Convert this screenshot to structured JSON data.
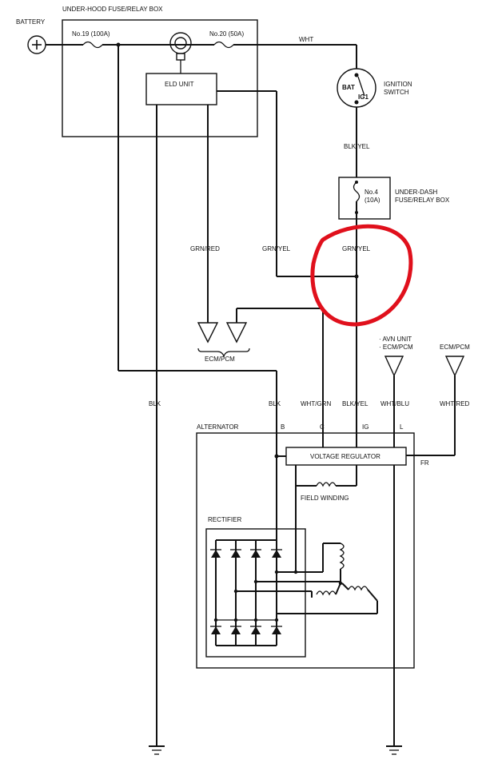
{
  "labels": {
    "battery": "BATTERY",
    "fuse_box_title": "UNDER-HOOD FUSE/RELAY BOX",
    "fuse19": "No.19 (100A)",
    "fuse20": "No.20 (50A)",
    "eld_unit": "ELD UNIT",
    "wht": "WHT",
    "bat": "BAT",
    "ig1": "IG1",
    "ignition_line1": "IGNITION",
    "ignition_line2": "SWITCH",
    "blk_yel_top": "BLK/YEL",
    "fuse4_line1": "No.4",
    "fuse4_line2": "(10A)",
    "underdash_line1": "UNDER-DASH",
    "underdash_line2": "FUSE/RELAY BOX",
    "grn_red": "GRN/RED",
    "grn_yel_left": "GRN/YEL",
    "grn_yel_right": "GRN/YEL",
    "ecm_pcm_left": "ECM/PCM",
    "avn_line1": "· AVN UNIT",
    "avn_line2": "· ECM/PCM",
    "ecm_pcm_right": "ECM/PCM",
    "blk_left": "BLK",
    "blk_b": "BLK",
    "wht_grn": "WHT/GRN",
    "blk_yel_ig": "BLK/YEL",
    "wht_blu": "WHT/BLU",
    "wht_red": "WHT/RED",
    "alternator": "ALTERNATOR",
    "term_b": "B",
    "term_c": "C",
    "term_ig": "IG",
    "term_l": "L",
    "voltage_regulator": "VOLTAGE REGULATOR",
    "fr": "FR",
    "field_winding": "FIELD WINDING",
    "rectifier": "RECTIFIER"
  },
  "colors": {
    "wire": "#111111",
    "annotation": "#e0101c",
    "background": "#ffffff"
  },
  "icons": {
    "battery": "battery-plus-icon",
    "ground": "ground-icon",
    "fuse": "fuse-icon",
    "diode": "diode-icon",
    "coil": "coil-icon",
    "connector": "connector-arrow-icon"
  }
}
